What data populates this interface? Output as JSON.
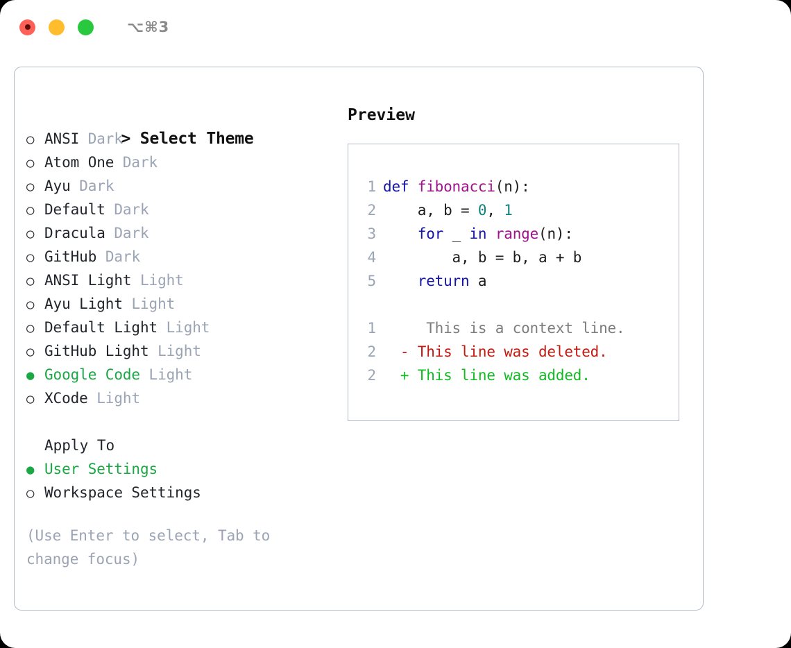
{
  "titlebar": {
    "shortcut": "⌥⌘3",
    "buttons": [
      {
        "name": "close",
        "color": "#ff6058"
      },
      {
        "name": "minimize",
        "color": "#ffbd2e"
      },
      {
        "name": "maximize",
        "color": "#28c93f"
      }
    ]
  },
  "colors": {
    "accent_green": "#1aa844",
    "muted": "#9aa4b4",
    "border": "#b2bac6",
    "text": "#22262c",
    "keyword": "#1515a8",
    "function": "#a0118c",
    "number": "#11807f",
    "diff_context": "#7d7d7d",
    "diff_deleted": "#c31a10",
    "diff_added": "#11bb22"
  },
  "theme_picker": {
    "title": "Select Theme",
    "caret": ">",
    "marker_selected": "●",
    "marker_unselected": "○",
    "items": [
      {
        "name": "ANSI",
        "kind": "Dark",
        "selected": false
      },
      {
        "name": "Atom One",
        "kind": "Dark",
        "selected": false
      },
      {
        "name": "Ayu",
        "kind": "Dark",
        "selected": false
      },
      {
        "name": "Default",
        "kind": "Dark",
        "selected": false
      },
      {
        "name": "Dracula",
        "kind": "Dark",
        "selected": false
      },
      {
        "name": "GitHub",
        "kind": "Dark",
        "selected": false
      },
      {
        "name": "ANSI Light",
        "kind": "Light",
        "selected": false
      },
      {
        "name": "Ayu Light",
        "kind": "Light",
        "selected": false
      },
      {
        "name": "Default Light",
        "kind": "Light",
        "selected": false
      },
      {
        "name": "GitHub Light",
        "kind": "Light",
        "selected": false
      },
      {
        "name": "Google Code",
        "kind": "Light",
        "selected": true
      },
      {
        "name": "XCode",
        "kind": "Light",
        "selected": false
      }
    ]
  },
  "apply_to": {
    "title": "Apply To",
    "items": [
      {
        "name": "User Settings",
        "selected": true
      },
      {
        "name": "Workspace Settings",
        "selected": false
      }
    ]
  },
  "hint": "(Use Enter to select, Tab to change focus)",
  "preview": {
    "title": "Preview",
    "code_lines": [
      {
        "ln": "1",
        "tokens": [
          {
            "t": "def ",
            "c": "kw"
          },
          {
            "t": "fibonacci",
            "c": "fn"
          },
          {
            "t": "(n):",
            "c": "txt"
          }
        ]
      },
      {
        "ln": "2",
        "tokens": [
          {
            "t": "    a, b = ",
            "c": "txt"
          },
          {
            "t": "0",
            "c": "num"
          },
          {
            "t": ", ",
            "c": "txt"
          },
          {
            "t": "1",
            "c": "num"
          }
        ]
      },
      {
        "ln": "3",
        "tokens": [
          {
            "t": "    ",
            "c": "txt"
          },
          {
            "t": "for",
            "c": "kw"
          },
          {
            "t": " _ ",
            "c": "txt"
          },
          {
            "t": "in",
            "c": "kw"
          },
          {
            "t": " ",
            "c": "txt"
          },
          {
            "t": "range",
            "c": "fn"
          },
          {
            "t": "(n):",
            "c": "txt"
          }
        ]
      },
      {
        "ln": "4",
        "tokens": [
          {
            "t": "        a, b = b, a + b",
            "c": "txt"
          }
        ]
      },
      {
        "ln": "5",
        "tokens": [
          {
            "t": "    ",
            "c": "txt"
          },
          {
            "t": "return",
            "c": "kw"
          },
          {
            "t": " a",
            "c": "txt"
          }
        ]
      }
    ],
    "diff_lines": [
      {
        "ln": "1",
        "marker": " ",
        "text": "  This is a context line.",
        "kind": "ctx"
      },
      {
        "ln": "2",
        "marker": "-",
        "text": " This line was deleted.",
        "kind": "del"
      },
      {
        "ln": "2",
        "marker": "+",
        "text": " This line was added.",
        "kind": "add"
      }
    ]
  }
}
